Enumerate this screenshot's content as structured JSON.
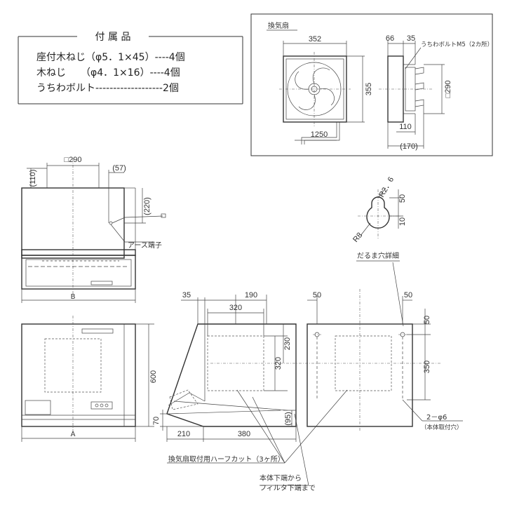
{
  "accessories": {
    "title": "付 属 品",
    "lines": [
      "座付木ねじ（φ5．1×45）----4個",
      "木ねじ　　（φ4．1×16）----4個",
      "うちわボルト-------------------2個"
    ]
  },
  "fan": {
    "title": "換気扇",
    "dim_width": "352",
    "dim_height": "355",
    "dim_cord": "1250",
    "dim_66": "66",
    "dim_35": "35",
    "bolt_label": "うちわボルトM5（2カ所）",
    "dim_sq290": "□290",
    "dim_110": "110",
    "dim_170": "(170)"
  },
  "front": {
    "dim_sq290": "□290",
    "dim_110": "(110)",
    "dim_57": "(57)",
    "dim_220": "(220)",
    "earth_label": "アース端子",
    "label_B": "B",
    "label_A": "A",
    "dim_600": "600"
  },
  "side": {
    "dim_35": "35",
    "dim_190": "190",
    "dim_320_top": "320",
    "dim_230": "230",
    "dim_320_v": "320",
    "dim_70": "70",
    "dim_95": "(95)",
    "dim_210": "210",
    "dim_380": "380",
    "halfcut_label": "換気扇取付用ハーフカット（3ヶ所）",
    "note_line1": "本体下端から",
    "note_line2": "フィルタ下端まで"
  },
  "back": {
    "dim_50_left": "50",
    "dim_50_right": "50",
    "dim_50_v": "50",
    "dim_350": "350",
    "hole_label": "2－φ6",
    "hole_sub": "（本体取付穴）"
  },
  "detail": {
    "dim_r26": "R2．6",
    "dim_50": "50",
    "dim_10": "10",
    "dim_r8": "R8",
    "label": "だるま穴詳細"
  }
}
